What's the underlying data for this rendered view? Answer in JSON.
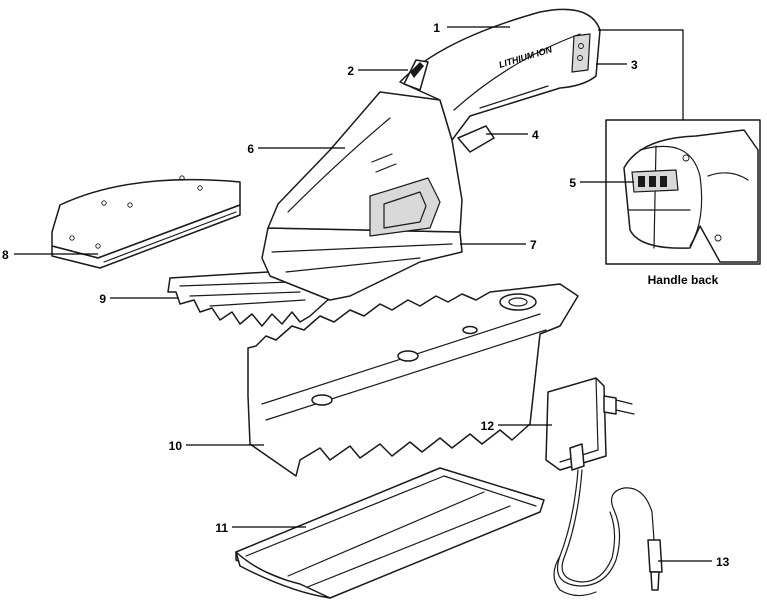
{
  "brand_logo": {
    "text": "LITHIUM ION"
  },
  "inset": {
    "caption": "Handle back"
  },
  "callouts": [
    {
      "id": "1",
      "label": "1"
    },
    {
      "id": "2",
      "label": "2"
    },
    {
      "id": "3",
      "label": "3"
    },
    {
      "id": "4",
      "label": "4"
    },
    {
      "id": "5",
      "label": "5"
    },
    {
      "id": "6",
      "label": "6"
    },
    {
      "id": "7",
      "label": "7"
    },
    {
      "id": "8",
      "label": "8"
    },
    {
      "id": "9",
      "label": "9"
    },
    {
      "id": "10",
      "label": "10"
    },
    {
      "id": "11",
      "label": "11"
    },
    {
      "id": "12",
      "label": "12"
    },
    {
      "id": "13",
      "label": "13"
    }
  ],
  "colors": {
    "line": "#1a1a1a",
    "shade": "#d9d9d9",
    "background": "#ffffff"
  }
}
